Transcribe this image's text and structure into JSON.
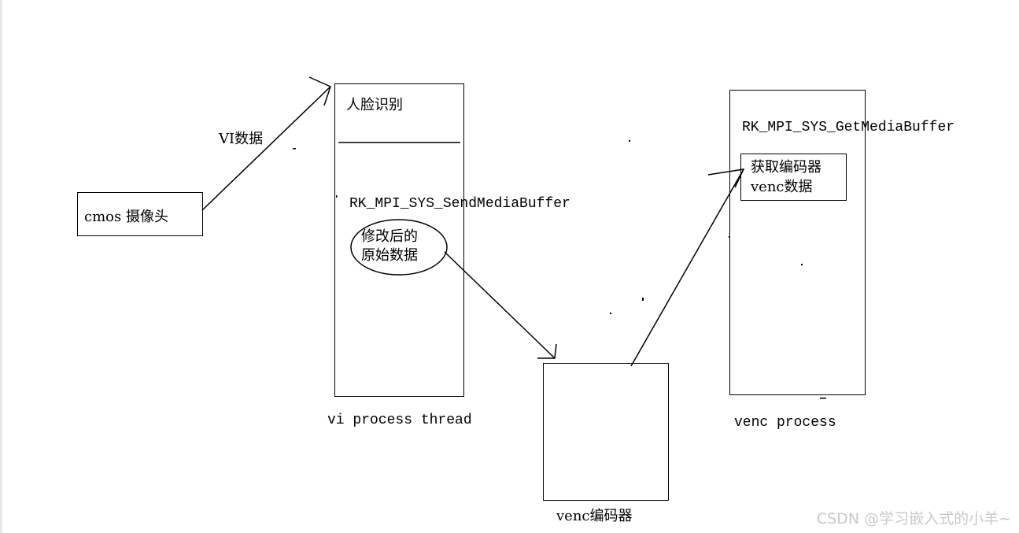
{
  "diagram": {
    "cmos_label": "cmos 摄像头",
    "vi_data_label": "VI数据",
    "face_recognition_label": "人脸识别",
    "send_media_buffer_label": "RK_MPI_SYS_SendMediaBuffer",
    "modified_raw_data_label": "修改后的\n原始数据",
    "vi_thread_label": "vi process thread",
    "venc_encoder_label": "venc编码器",
    "get_media_buffer_label": "RK_MPI_SYS_GetMediaBuffer",
    "get_encoder_data_label": "获取编码器\nvenc数据",
    "venc_process_label": "venc process"
  },
  "watermark": "CSDN @学习嵌入式的小羊~"
}
